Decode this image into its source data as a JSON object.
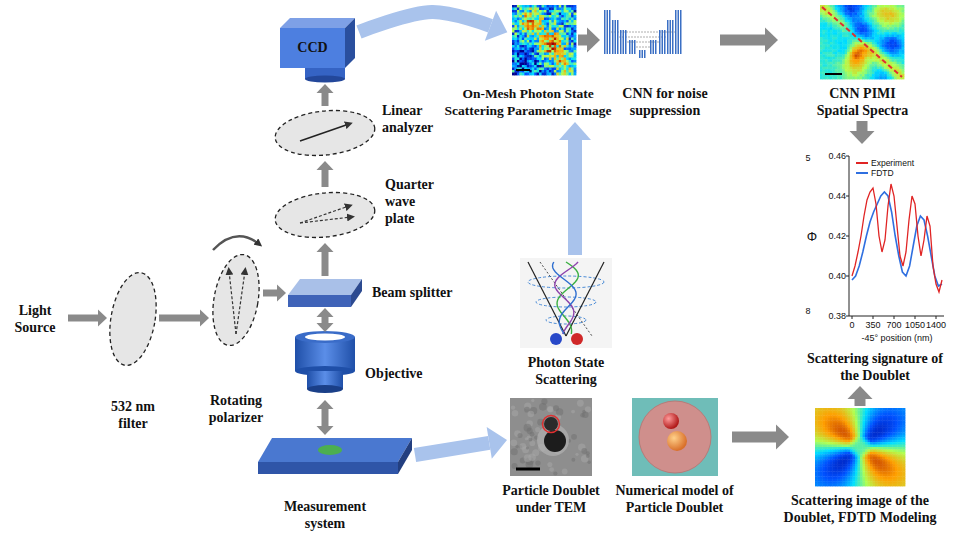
{
  "diagram": {
    "nodes": [
      {
        "text": [
          "Light Source"
        ]
      },
      {
        "text": [
          "532 nm filter"
        ]
      },
      {
        "text": [
          "Rotating polarizer"
        ]
      },
      {
        "text": [
          "Beam splitter"
        ]
      },
      {
        "text": [
          "Objective"
        ]
      },
      {
        "text": [
          "Measurement system"
        ]
      },
      {
        "text": [
          "Quarter wave plate"
        ]
      },
      {
        "text": [
          "Linear analyzer"
        ]
      },
      {
        "text": [
          "CCD"
        ]
      },
      {
        "text": [
          "On-Mesh Photon State Scattering Parametric Image"
        ]
      },
      {
        "text": [
          "CNN for noise suppression"
        ]
      },
      {
        "text": [
          "CNN PIMI Spatial Spectra"
        ]
      },
      {
        "text": [
          "Photon State Scattering"
        ]
      },
      {
        "text": [
          "Scattering signature of the Doublet"
        ]
      },
      {
        "text": [
          "Particle Doublet under TEM"
        ]
      },
      {
        "text": [
          "Numerical model of Particle Doublet"
        ]
      },
      {
        "text": [
          "Scattering image of the Doublet, FDTD Modeling"
        ]
      }
    ],
    "edges": [
      {
        "from": 0,
        "to": 1,
        "arrow": "to"
      },
      {
        "from": 1,
        "to": 2,
        "arrow": "to"
      },
      {
        "from": 2,
        "to": 3,
        "arrow": "to"
      },
      {
        "from": 3,
        "to": 4,
        "arrow": "both"
      },
      {
        "from": 4,
        "to": 5,
        "arrow": "both"
      },
      {
        "from": 3,
        "to": 6,
        "arrow": "to"
      },
      {
        "from": 6,
        "to": 7,
        "arrow": "to"
      },
      {
        "from": 7,
        "to": 8,
        "arrow": "to"
      },
      {
        "from": 8,
        "to": 9,
        "arrow": "to"
      },
      {
        "from": 9,
        "to": 10,
        "arrow": "to"
      },
      {
        "from": 10,
        "to": 11,
        "arrow": "to"
      },
      {
        "from": 11,
        "to": 13,
        "arrow": "to"
      },
      {
        "from": 12,
        "to": 9,
        "arrow": "to"
      },
      {
        "from": 5,
        "to": 14,
        "arrow": "to"
      },
      {
        "from": 15,
        "to": 16,
        "arrow": "to"
      },
      {
        "from": 16,
        "to": 13,
        "arrow": "to"
      }
    ],
    "labels": [
      "0.46",
      "0.44",
      "0.42",
      "0.40",
      "0.38",
      "0",
      "350",
      "700",
      "1050",
      "1400",
      "-45° position (nm)",
      "Φ",
      "5",
      "8"
    ],
    "legend": [
      {
        "text": "Experiment"
      },
      {
        "text": "FDTD"
      }
    ]
  }
}
